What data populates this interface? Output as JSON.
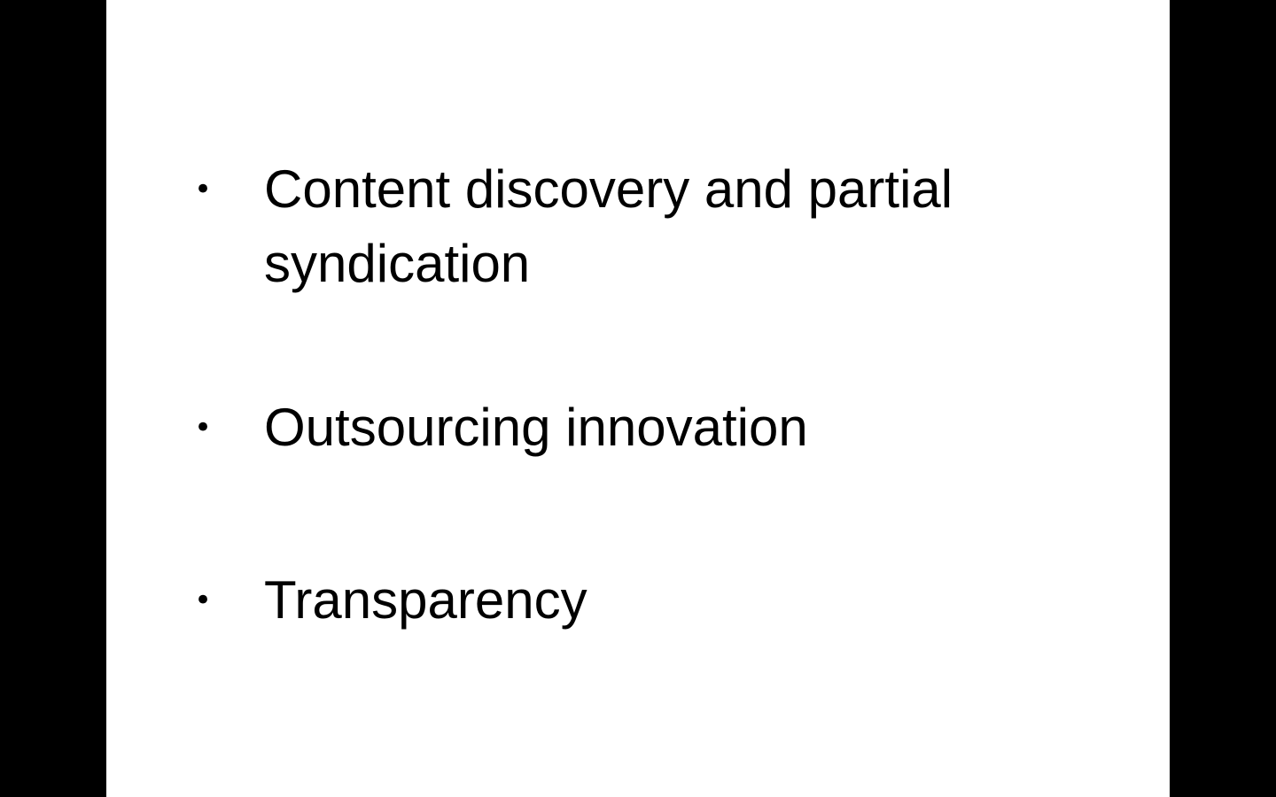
{
  "slide": {
    "bullets": [
      {
        "marker": "•",
        "text": "Content discovery and partial syndication"
      },
      {
        "marker": "•",
        "text": "Outsourcing innovation"
      },
      {
        "marker": "•",
        "text": "Transparency"
      }
    ]
  },
  "colors": {
    "background": "#000000",
    "slide": "#ffffff",
    "text": "#000000"
  }
}
